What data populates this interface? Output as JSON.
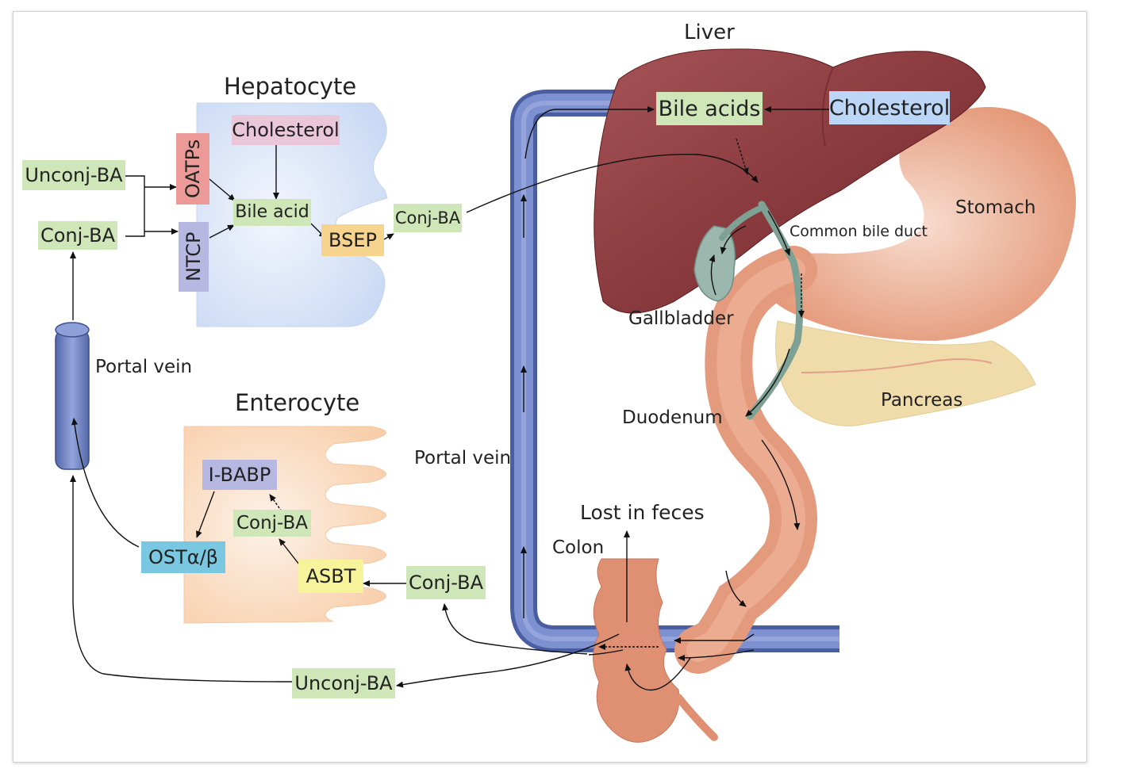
{
  "labels": {
    "hepatocyte": "Hepatocyte",
    "enterocyte": "Enterocyte",
    "portal_vein_left": "Portal vein",
    "portal_vein_mid": "Portal vein",
    "liver": "Liver",
    "stomach": "Stomach",
    "common_bile_duct": "Common bile duct",
    "gallbladder": "Gallbladder",
    "duodenum": "Duodenum",
    "pancreas": "Pancreas",
    "lost_in_feces": "Lost in feces",
    "colon": "Colon"
  },
  "boxes": {
    "hep_cholesterol": "Cholesterol",
    "oatps": "OATPs",
    "ntcp": "NTCP",
    "unconj_ba_in": "Unconj-BA",
    "conj_ba_in": "Conj-BA",
    "bile_acid": "Bile acid",
    "bsep": "BSEP",
    "conj_ba_out": "Conj-BA",
    "ibabp": "I-BABP",
    "ent_conj_ba": "Conj-BA",
    "ost": "OSTα/β",
    "asbt": "ASBT",
    "lumen_conj_ba": "Conj-BA",
    "unconj_ba_colon": "Unconj-BA",
    "liver_bile_acids": "Bile acids",
    "liver_cholesterol": "Cholesterol"
  },
  "colors": {
    "green": "#cfe6b8",
    "portal_vein": "#6f83bf",
    "liver": "#8e3a3c",
    "gut": "#e7a184",
    "hepatocyte": "#dbe6f8",
    "enterocyte": "#fbdcc1"
  }
}
